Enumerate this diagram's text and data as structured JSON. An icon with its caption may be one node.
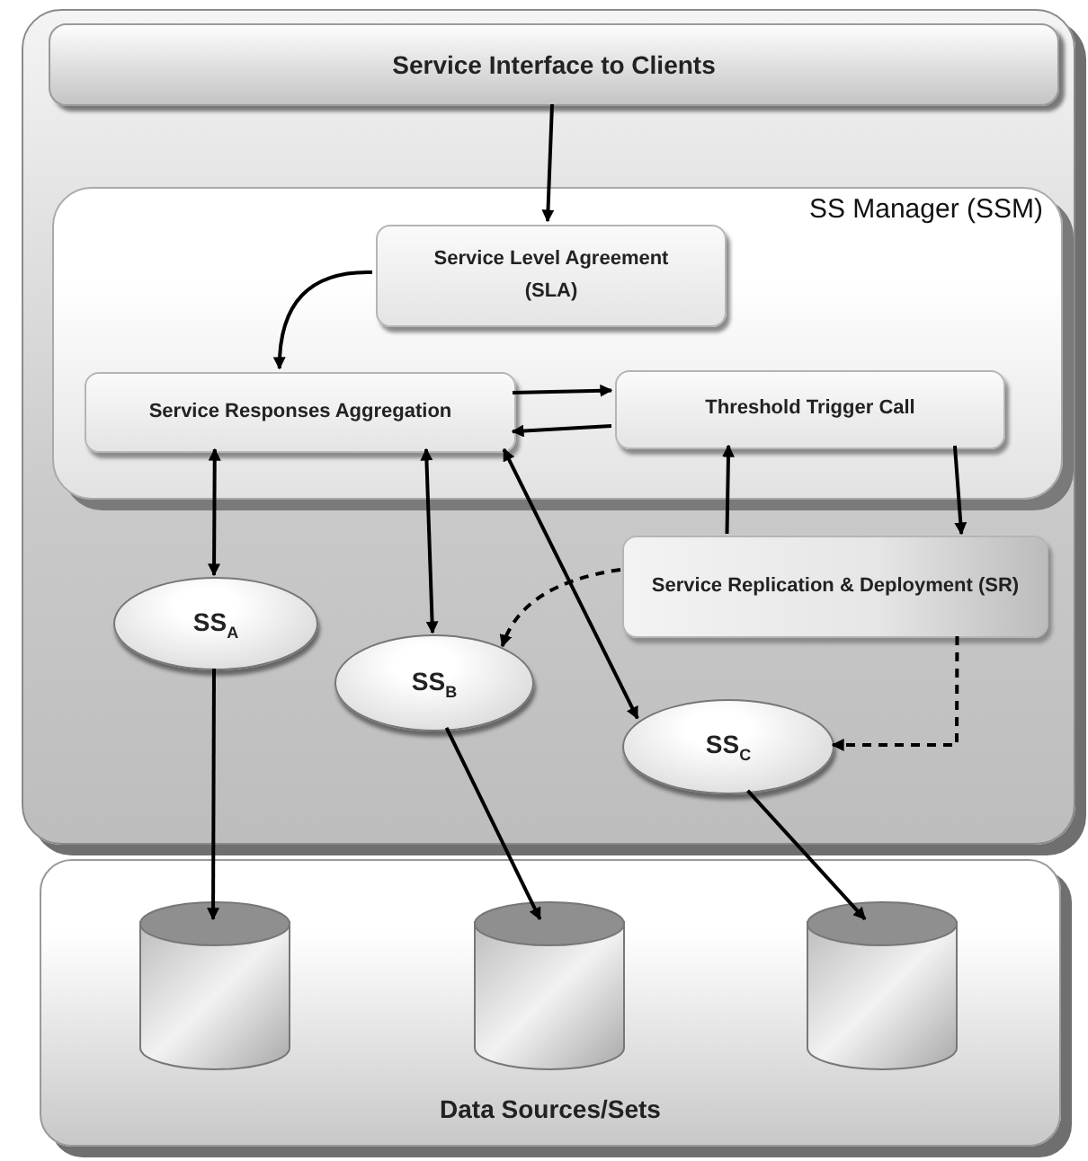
{
  "diagram": {
    "nodes": [
      {
        "text": [],
        "shape": "box"
      },
      {
        "text": [
          "Service Interface to Clients"
        ],
        "in": 0
      },
      {
        "text": [
          "SS Manager (SSM)"
        ],
        "in": 0
      },
      {
        "text": [
          "Service Level Agreement (SLA)"
        ],
        "in": 2
      },
      {
        "text": [
          "Service Responses Aggregation"
        ],
        "in": 2
      },
      {
        "text": [
          "Threshold Trigger Call"
        ],
        "in": 2
      },
      {
        "text": [
          "Service Replication & Deployment (SR)"
        ],
        "in": 0
      },
      {
        "text": [
          "SS$_{A}$"
        ],
        "in": 0
      },
      {
        "text": [
          "SS$_{B}$"
        ],
        "in": 0
      },
      {
        "text": [
          "SS$_{C}$"
        ],
        "in": 0
      },
      {
        "text": [
          "Data Sources/Sets"
        ]
      },
      {
        "text": [],
        "shape": "cylinder",
        "in": 10
      },
      {
        "text": [],
        "shape": "cylinder",
        "in": 10
      },
      {
        "text": [],
        "shape": "cylinder",
        "in": 10
      }
    ],
    "edges": [
      {
        "from": 1,
        "to": 3,
        "arrow": "to"
      },
      {
        "from": 3,
        "to": 4,
        "arrow": "to"
      },
      {
        "from": 4,
        "to": 5,
        "arrow": "to"
      },
      {
        "from": 5,
        "to": 4,
        "arrow": "to"
      },
      {
        "from": 7,
        "to": 4,
        "arrow": "both"
      },
      {
        "from": 8,
        "to": 4,
        "arrow": "both"
      },
      {
        "from": 9,
        "to": 4,
        "arrow": "both"
      },
      {
        "from": 6,
        "to": 5,
        "arrow": "to"
      },
      {
        "from": 5,
        "to": 6,
        "arrow": "to"
      },
      {
        "from": 6,
        "to": 8,
        "arrow": "to",
        "style": "dashed"
      },
      {
        "from": 6,
        "to": 9,
        "arrow": "to",
        "style": "dashed"
      },
      {
        "from": 7,
        "to": 11,
        "arrow": "to"
      },
      {
        "from": 8,
        "to": 12,
        "arrow": "to"
      },
      {
        "from": 9,
        "to": 13,
        "arrow": "to"
      }
    ]
  }
}
